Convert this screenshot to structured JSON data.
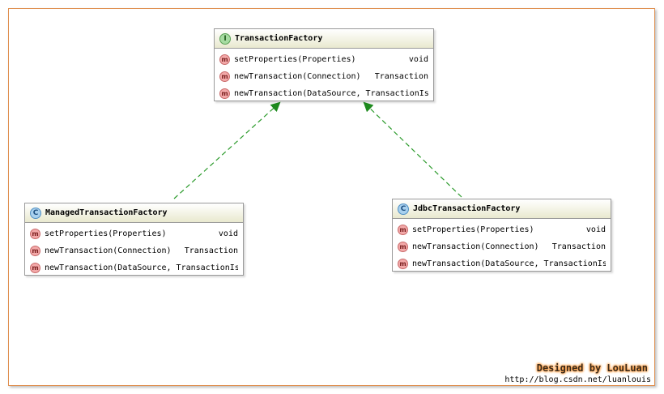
{
  "interface_box": {
    "badge": "I",
    "name": "TransactionFactory",
    "methods": [
      {
        "icon": "m",
        "signature": "setProperties(Properties)",
        "returns": "void"
      },
      {
        "icon": "m",
        "signature": "newTransaction(Connection)",
        "returns": "Transaction"
      },
      {
        "icon": "m",
        "signature": "newTransaction(DataSource, TransactionIso",
        "returns": ""
      }
    ]
  },
  "managed_box": {
    "badge": "C",
    "name": "ManagedTransactionFactory",
    "methods": [
      {
        "icon": "m",
        "signature": "setProperties(Properties)",
        "returns": "void"
      },
      {
        "icon": "m",
        "signature": "newTransaction(Connection)",
        "returns": "Transaction"
      },
      {
        "icon": "m",
        "signature": "newTransaction(DataSource, TransactionIso",
        "returns": ""
      }
    ]
  },
  "jdbc_box": {
    "badge": "C",
    "name": "JdbcTransactionFactory",
    "methods": [
      {
        "icon": "m",
        "signature": "setProperties(Properties)",
        "returns": "void"
      },
      {
        "icon": "m",
        "signature": "newTransaction(Connection)",
        "returns": "Transaction"
      },
      {
        "icon": "m",
        "signature": "newTransaction(DataSource, TransactionIso",
        "returns": ""
      }
    ]
  },
  "relations": [
    {
      "from": "ManagedTransactionFactory",
      "to": "TransactionFactory",
      "kind": "implements"
    },
    {
      "from": "JdbcTransactionFactory",
      "to": "TransactionFactory",
      "kind": "implements"
    }
  ],
  "credit": {
    "designed_by": "Designed by LouLuan",
    "url": "http://blog.csdn.net/luanlouis"
  },
  "colors": {
    "frame_border": "#e09050",
    "arrow": "#228b22",
    "header_gradient_end": "#e9e9cf"
  }
}
